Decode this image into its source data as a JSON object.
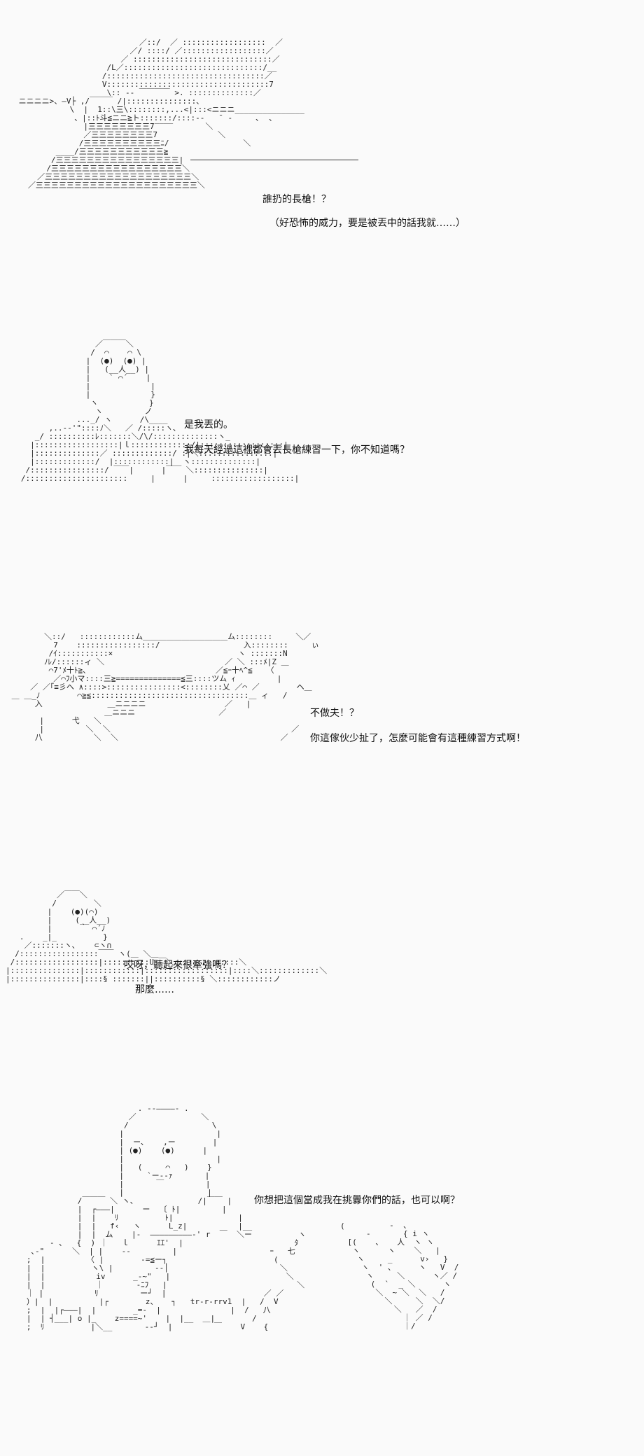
{
  "panels": [
    {
      "lines": [
        "誰扔的長槍！？",
        "（好恐怖的威力，要是被丟中的話我就……）"
      ]
    },
    {
      "lines": [
        "是我丟的。",
        "我每天經過這裡都會丟長槍練習一下，你不知道嗎？"
      ]
    },
    {
      "lines": [
        "不做夫！？",
        "你這傢伙少扯了，怎麼可能會有這種練習方式啊！"
      ]
    },
    {
      "lines": [
        "哎呀，聽起來很牽強嗎？",
        "那麼……"
      ]
    },
    {
      "lines": [
        "你想把這個當成我在挑釁你們的話，也可以啊？"
      ]
    }
  ]
}
